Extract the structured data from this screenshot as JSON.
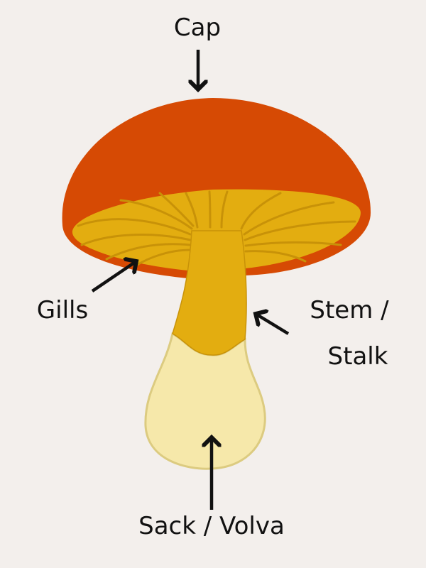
{
  "labels": {
    "cap": "Cap",
    "gills": "Gills",
    "stem_line1": "Stem /",
    "stem_line2": "Stalk",
    "volva": "Sack / Volva"
  },
  "colors": {
    "background": "#f3efec",
    "cap": "#d64a04",
    "gills": "#e3ad10",
    "gill_lines": "#c89208",
    "stem": "#e3ad10",
    "volva": "#f6e8aa",
    "volva_outline": "#dccb80",
    "arrow": "#111111"
  }
}
